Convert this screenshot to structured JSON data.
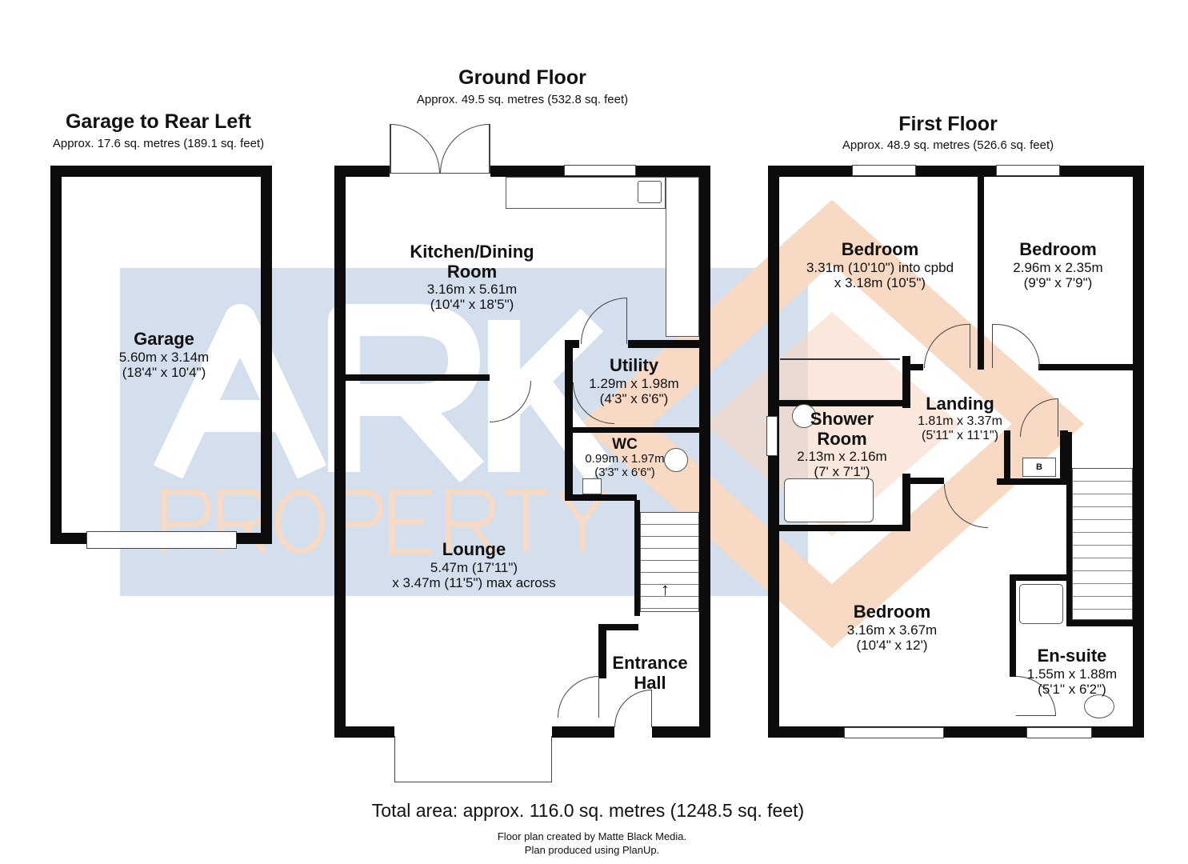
{
  "watermark": {
    "brand_primary": "ARK",
    "brand_secondary": "PROPERTY",
    "blue": "#d3dfec",
    "orange": "#f8d9c4"
  },
  "garage": {
    "title": "Garage to Rear Left",
    "area": "Approx. 17.6 sq. metres (189.1 sq. feet)",
    "rooms": [
      {
        "name": "Garage",
        "dim1": "5.60m x 3.14m",
        "dim2": "(18'4\" x 10'4\")"
      }
    ]
  },
  "ground": {
    "title": "Ground Floor",
    "area": "Approx. 49.5 sq. metres (532.8 sq. feet)",
    "rooms": [
      {
        "name": "Kitchen/Dining",
        "name2": "Room",
        "dim1": "3.16m x 5.61m",
        "dim2": "(10'4\" x 18'5\")"
      },
      {
        "name": "Utility",
        "dim1": "1.29m x 1.98m",
        "dim2": "(4'3\" x 6'6\")"
      },
      {
        "name": "WC",
        "dim1": "0.99m x 1.97m",
        "dim2": "(3'3\" x 6'6\")"
      },
      {
        "name": "Lounge",
        "dim1": "5.47m (17'11\")",
        "dim2": "x 3.47m (11'5\") max across"
      },
      {
        "name": "Entrance",
        "name2": "Hall"
      }
    ]
  },
  "first": {
    "title": "First Floor",
    "area": "Approx. 48.9 sq. metres (526.6 sq. feet)",
    "rooms": [
      {
        "name": "Bedroom",
        "dim1": "3.31m (10'10\") into cpbd",
        "dim2": "x 3.18m (10'5\")"
      },
      {
        "name": "Bedroom",
        "dim1": "2.96m x 2.35m",
        "dim2": "(9'9\" x 7'9\")"
      },
      {
        "name": "Landing",
        "dim1": "1.81m x 3.37m",
        "dim2": "(5'11\" x 11'1\")"
      },
      {
        "name": "Shower",
        "name2": "Room",
        "dim1": "2.13m x 2.16m",
        "dim2": "(7' x 7'1\")"
      },
      {
        "name": "Bedroom",
        "dim1": "3.16m x 3.67m",
        "dim2": "(10'4\" x 12')"
      },
      {
        "name": "En-suite",
        "dim1": "1.55m x 1.88m",
        "dim2": "(5'1\" x 6'2\")"
      },
      {
        "name": "B"
      }
    ]
  },
  "footer": {
    "total": "Total area: approx. 116.0 sq. metres (1248.5 sq. feet)",
    "credit1": "Floor plan created by Matte Black Media.",
    "credit2": "Plan produced using PlanUp."
  }
}
